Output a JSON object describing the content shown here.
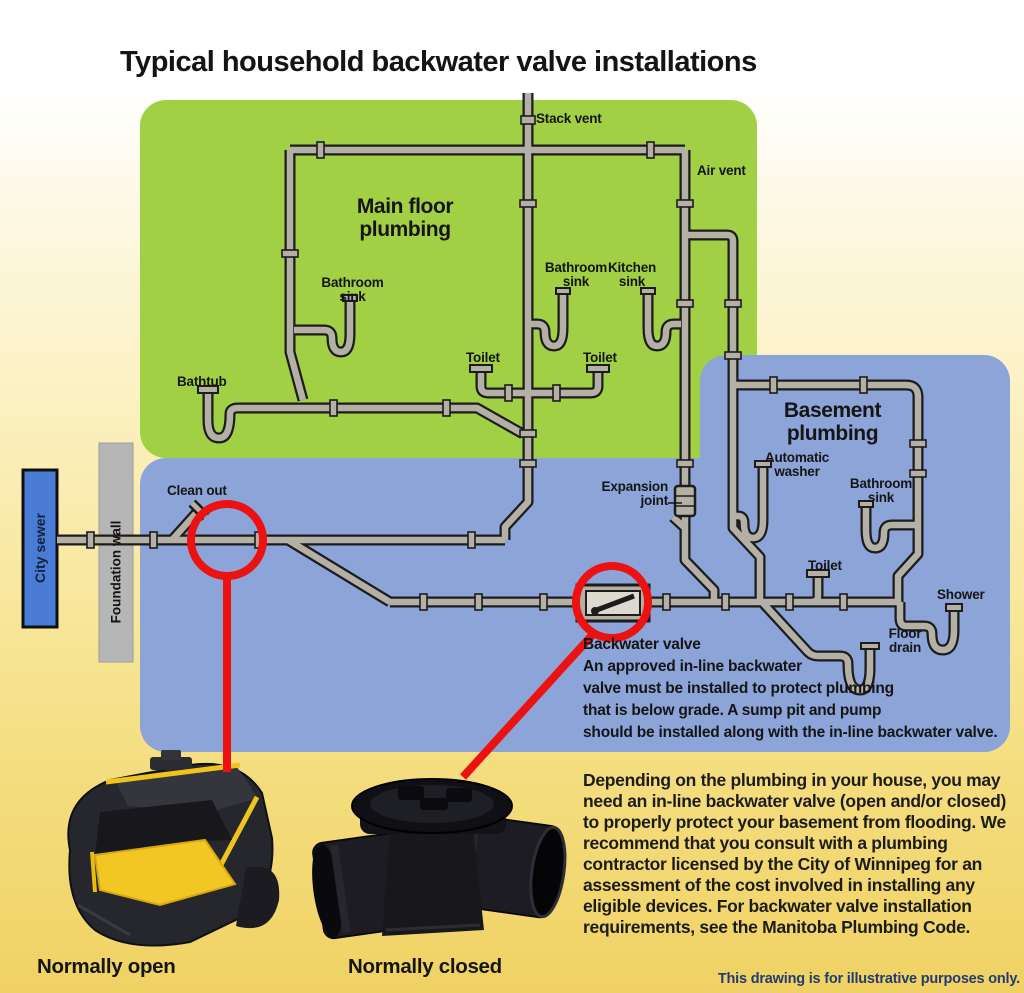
{
  "title": "Typical household backwater valve installations",
  "regions": {
    "main_floor_title": "Main floor plumbing",
    "basement_title": "Basement plumbing"
  },
  "labels": {
    "stack_vent": "Stack vent",
    "air_vent": "Air vent",
    "bathroom_sink_main": "Bathroom sink",
    "bathroom_sink_upper": "Bathroom sink",
    "kitchen_sink": "Kitchen sink",
    "bathtub": "Bathtub",
    "toilet_left": "Toilet",
    "toilet_right": "Toilet",
    "city_sewer": "City sewer",
    "foundation_wall": "Foundation wall",
    "clean_out": "Clean out",
    "expansion_joint": "Expansion joint",
    "automatic_washer": "Automatic washer",
    "bathroom_sink_basement": "Bathroom sink",
    "toilet_basement": "Toilet",
    "shower": "Shower",
    "floor_drain": "Floor drain"
  },
  "backwater_note": {
    "heading": "Backwater valve",
    "lines": [
      "An approved in-line backwater",
      "valve must be installed to protect plumbing",
      "that is below grade. A sump pit and pump",
      "should be installed along with the in-line backwater valve."
    ]
  },
  "valve_photos": {
    "open_label": "Normally open",
    "closed_label": "Normally closed"
  },
  "info_lines": [
    "Depending on the plumbing in your house, you may",
    "need an in-line backwater valve (open and/or closed)",
    "to properly protect your basement from flooding. We",
    "recommend that you consult with a plumbing",
    "contractor licensed by the City of Winnipeg for an",
    "assessment of the cost involved in installing any",
    "eligible devices. For backwater valve installation",
    "requirements, see the Manitoba Plumbing Code."
  ],
  "disclaimer": "This drawing is for illustrative purposes only.",
  "colors": {
    "main_floor_green": "#a2d045",
    "basement_blue": "#8ca4d8",
    "city_sewer_blue": "#4a7cd6",
    "foundation_gray": "#b6b6b6",
    "pipe_gray": "#b4b0a5",
    "pipe_outline": "#1c1c1c",
    "highlight_red": "#ec1212",
    "cutaway_yellow": "#f2c723",
    "background_yellow": "#f0d264"
  }
}
